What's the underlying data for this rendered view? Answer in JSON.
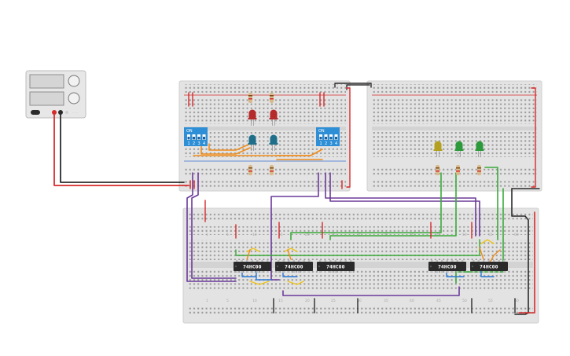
{
  "canvas": {
    "background": "#ffffff"
  },
  "power_supply": {
    "name": "power-supply",
    "display_color": "#dcdcdc"
  },
  "breadboards": [
    {
      "name": "breadboard-top-left",
      "columns": 30
    },
    {
      "name": "breadboard-top-right",
      "columns": 30
    },
    {
      "name": "breadboard-bottom",
      "columns": 60
    }
  ],
  "dip_switches": [
    {
      "name": "dip-switch-left",
      "label": "ON",
      "positions": [
        "1",
        "2",
        "3",
        "4"
      ],
      "color": "#2e8fd6"
    },
    {
      "name": "dip-switch-right",
      "label": "ON",
      "positions": [
        "1",
        "2",
        "3",
        "4"
      ],
      "color": "#2e8fd6"
    }
  ],
  "chips": [
    {
      "name": "chip-1",
      "label": "74HC00"
    },
    {
      "name": "chip-2",
      "label": "74HC00"
    },
    {
      "name": "chip-3",
      "label": "74HC00"
    },
    {
      "name": "chip-4",
      "label": "74HC00"
    },
    {
      "name": "chip-5",
      "label": "74HC00"
    }
  ],
  "leds": [
    {
      "name": "led-red-1",
      "color": "#b52a2a"
    },
    {
      "name": "led-red-2",
      "color": "#b52a2a"
    },
    {
      "name": "led-blue-1",
      "color": "#1f6f8b"
    },
    {
      "name": "led-blue-2",
      "color": "#1f6f8b"
    },
    {
      "name": "led-yellow",
      "color": "#b3a020"
    },
    {
      "name": "led-green-1",
      "color": "#2c9a3a"
    },
    {
      "name": "led-green-2",
      "color": "#2c9a3a"
    }
  ],
  "wire_colors": {
    "red": "#d62b2b",
    "black": "#2b2b2b",
    "orange": "#f08c1a",
    "purple": "#6b3a99",
    "green": "#3aaa3a",
    "blue": "#2a7ad6",
    "yellow": "#f0c419"
  },
  "column_numbers": [
    "1",
    "5",
    "10",
    "15",
    "20",
    "25",
    "30",
    "35",
    "40",
    "45",
    "50",
    "55",
    "60"
  ]
}
